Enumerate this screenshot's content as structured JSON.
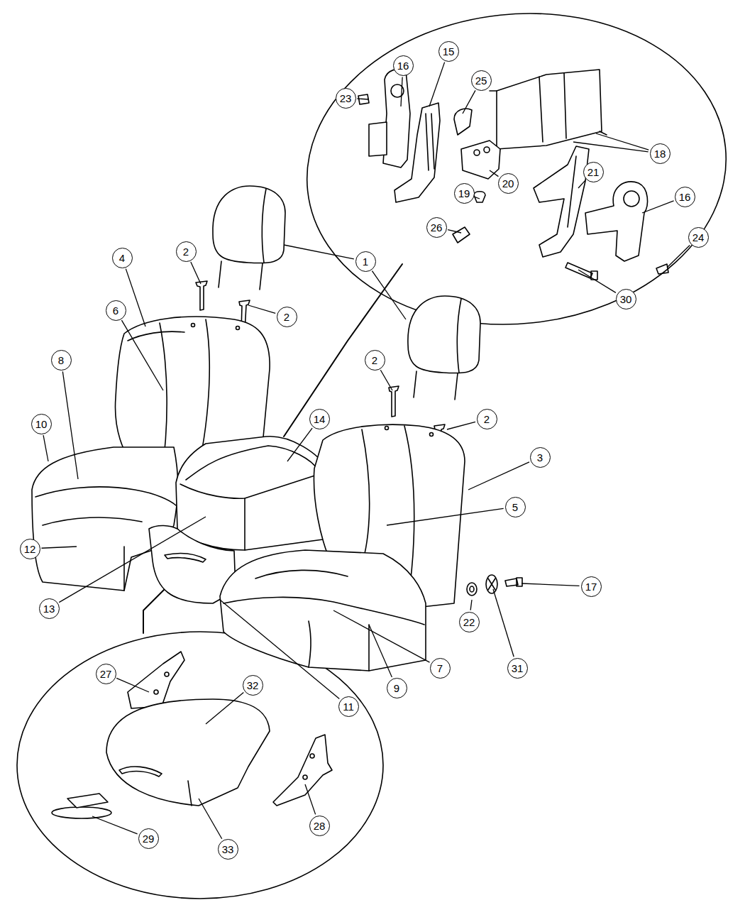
{
  "diagram": {
    "nodes": [
      {
        "text": [
          "16"
        ]
      },
      {
        "text": [
          "15"
        ]
      },
      {
        "text": [
          "25"
        ]
      },
      {
        "text": [
          "23"
        ]
      },
      {
        "text": [
          "18"
        ]
      },
      {
        "text": [
          "20"
        ]
      },
      {
        "text": [
          "21"
        ]
      },
      {
        "text": [
          "16"
        ]
      },
      {
        "text": [
          "19"
        ]
      },
      {
        "text": [
          "26"
        ]
      },
      {
        "text": [
          "24"
        ]
      },
      {
        "text": [
          "30"
        ]
      },
      {
        "text": [
          "1"
        ]
      },
      {
        "text": [
          "2"
        ]
      },
      {
        "text": [
          "4"
        ]
      },
      {
        "text": [
          "6"
        ]
      },
      {
        "text": [
          "2"
        ]
      },
      {
        "text": [
          "8"
        ]
      },
      {
        "text": [
          "2"
        ]
      },
      {
        "text": [
          "14"
        ]
      },
      {
        "text": [
          "2"
        ]
      },
      {
        "text": [
          "10"
        ]
      },
      {
        "text": [
          "3"
        ]
      },
      {
        "text": [
          "5"
        ]
      },
      {
        "text": [
          "12"
        ]
      },
      {
        "text": [
          "17"
        ]
      },
      {
        "text": [
          "13"
        ]
      },
      {
        "text": [
          "22"
        ]
      },
      {
        "text": [
          "7"
        ]
      },
      {
        "text": [
          "31"
        ]
      },
      {
        "text": [
          "27"
        ]
      },
      {
        "text": [
          "32"
        ]
      },
      {
        "text": [
          "9"
        ]
      },
      {
        "text": [
          "11"
        ]
      },
      {
        "text": [
          "28"
        ]
      },
      {
        "text": [
          "29"
        ]
      },
      {
        "text": [
          "33"
        ]
      }
    ]
  }
}
